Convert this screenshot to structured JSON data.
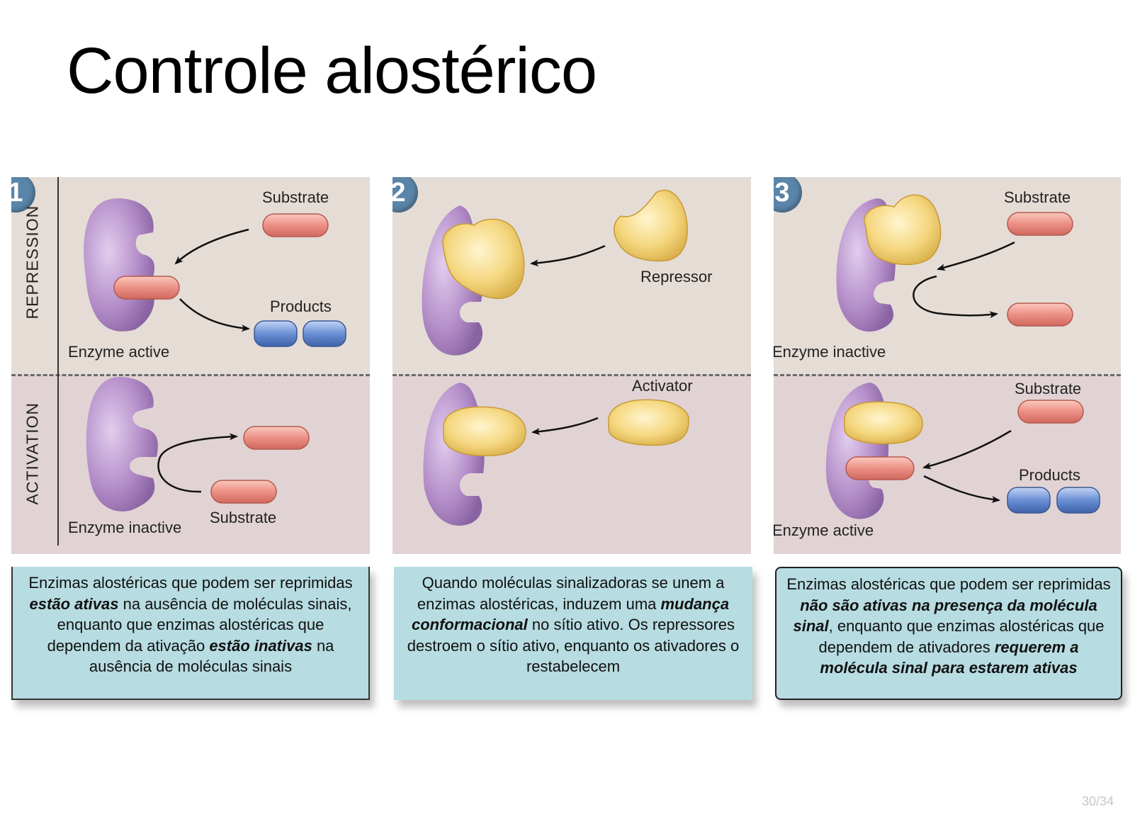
{
  "title": "Controle alostérico",
  "page_number": "30/34",
  "row_labels": {
    "top": "REPRESSION",
    "bottom": "ACTIVATION"
  },
  "panels": [
    {
      "badge": "1",
      "top_labels": {
        "substrate": "Substrate",
        "products": "Products",
        "state": "Enzyme active"
      },
      "bottom_labels": {
        "substrate": "Substrate",
        "state": "Enzyme inactive"
      }
    },
    {
      "badge": "2",
      "top_labels": {
        "molecule": "Repressor"
      },
      "bottom_labels": {
        "molecule": "Activator"
      }
    },
    {
      "badge": "3",
      "top_labels": {
        "substrate": "Substrate",
        "state": "Enzyme inactive"
      },
      "bottom_labels": {
        "substrate": "Substrate",
        "products": "Products",
        "state": "Enzyme active"
      }
    }
  ],
  "captions": [
    {
      "t1": "Enzimas alostéricas que podem ser reprimidas ",
      "b1": "estão ativas",
      "t2": " na ausência de moléculas sinais, enquanto que enzimas alostéricas que dependem da ativação ",
      "b2": "estão inativas",
      "t3": " na ausência de moléculas sinais"
    },
    {
      "t1": "Quando moléculas sinalizadoras se unem a enzimas alostéricas, induzem uma ",
      "b1": "mudança conformacional",
      "t2": " no sítio ativo. Os repressores destroem o sítio ativo, enquanto os ativadores o restabelecem"
    },
    {
      "t1": "Enzimas alostéricas que podem ser reprimidas ",
      "b1": "não são ativas na presença da molécula sinal",
      "t2": ", enquanto que enzimas alostéricas que dependem de ativadores ",
      "b2": "requerem a molécula sinal para estarem ativas"
    }
  ],
  "colors": {
    "enzyme": "#b58fc9",
    "substrate": "#ec8f85",
    "product": "#6a8fd4",
    "signal": "#f5d77f",
    "repression_bg": "#e5dcd6",
    "activation_bg": "#e1d3d4",
    "caption_bg": "#b7dce1",
    "badge": "#5a85a8"
  }
}
